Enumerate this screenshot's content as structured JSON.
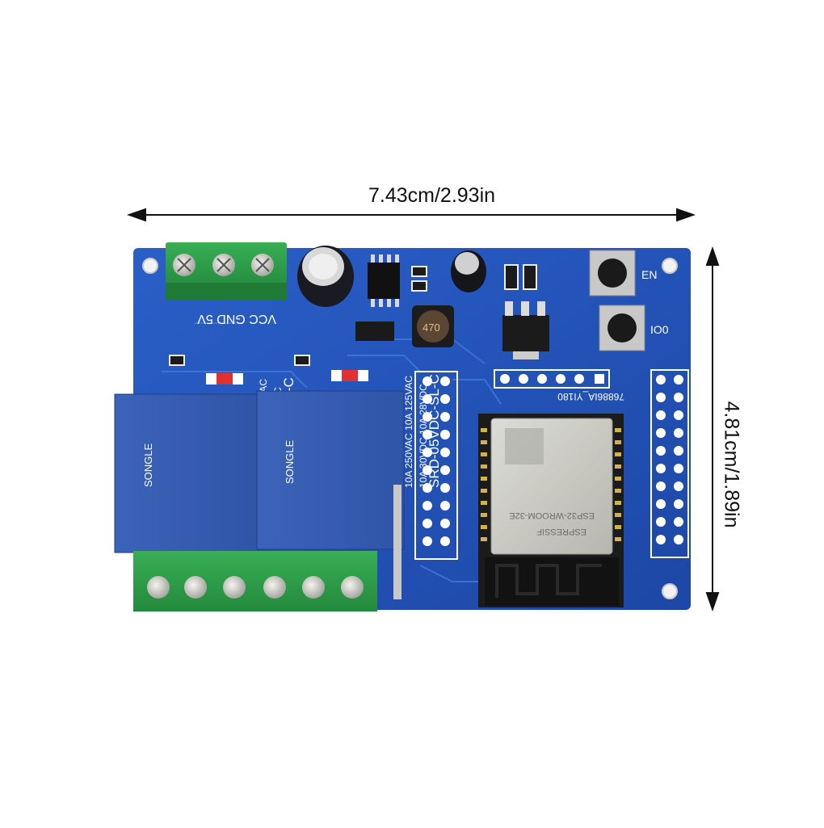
{
  "dimensions": {
    "width_label": "7.43cm/2.93in",
    "height_label": "4.81cm/1.89in"
  },
  "board": {
    "power_labels": "VCC GND 5V",
    "board_id": "76886IA_YI180",
    "button_en": "EN",
    "button_io0": "IO0",
    "relay_brand": "SONGLE",
    "relay_model": "SRD-05VDC-SL-C",
    "relay_rating_1": "10A 250VAC  10A 125VAC",
    "relay_rating_2": "10A 30VDC  10A 28VDC",
    "module_brand": "ESPRESSIF",
    "module_model": "ESP32-WROOM-32E",
    "inductor_marking": "470",
    "colors": {
      "pcb": "#2152b8",
      "relay": "#3a62b5",
      "terminal": "#2e9a4a",
      "module": "#c8c8c2",
      "silkscreen": "#ffffff"
    }
  }
}
